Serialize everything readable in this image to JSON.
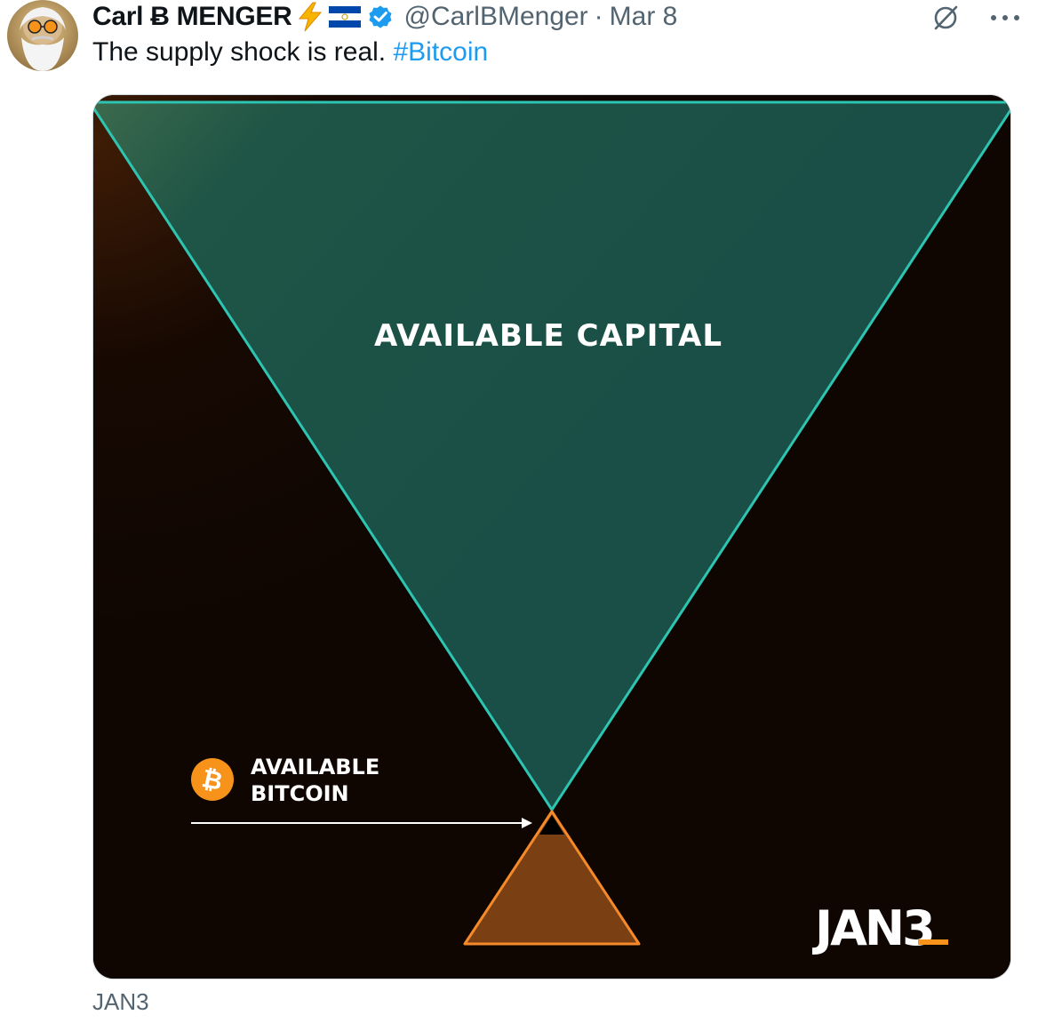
{
  "tweet": {
    "author_name": "Carl Ƀ MENGER",
    "author_emoji": "⚡",
    "handle": "@CarlBMenger",
    "separator": "·",
    "date": "Mar 8",
    "text": "The supply shock is real. ",
    "hashtag": "#Bitcoin",
    "more_icon": "···",
    "media_caption": "JAN3"
  },
  "image": {
    "capital_label": "AVAILABLE CAPITAL",
    "bitcoin_label_line1": "AVAILABLE",
    "bitcoin_label_line2": "BITCOIN",
    "bitcoin_symbol": "₿",
    "logo_text": "JAN3"
  },
  "colors": {
    "verified": "#1d9bf0",
    "hashtag": "#1d9bf0",
    "capital_fill": "#1a5248",
    "capital_stroke": "#2dc4b2",
    "bitcoin_fill": "#7a3f12",
    "bitcoin_stroke": "#f58a2a",
    "bitcoin_orange": "#f7931a",
    "background": "#120803"
  },
  "icons": {
    "lightning": "lightning-icon",
    "flag": "el-salvador-flag-icon",
    "verified": "verified-badge-icon",
    "grok": "grok-icon",
    "more": "more-icon",
    "bitcoin": "bitcoin-icon"
  }
}
